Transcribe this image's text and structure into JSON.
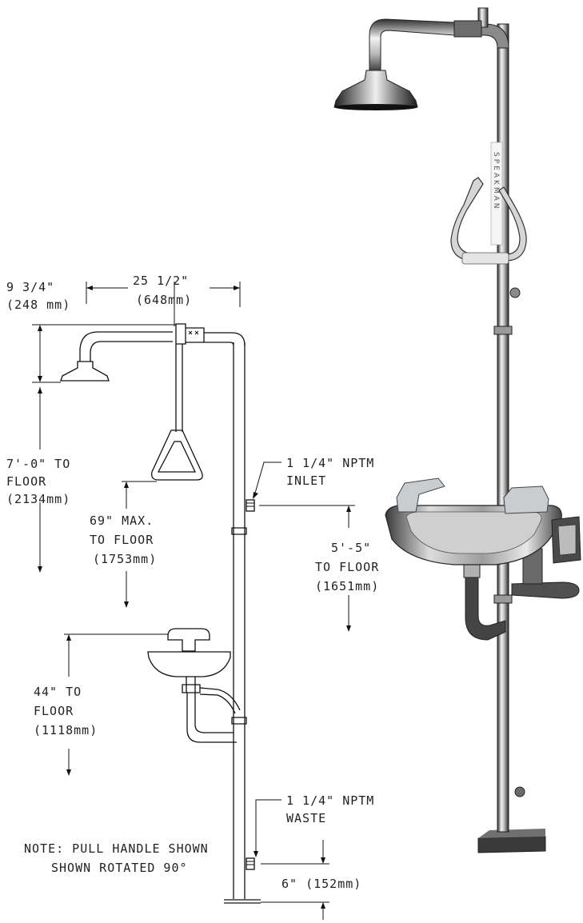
{
  "diagram": {
    "dimensions": {
      "shower_offset": [
        "9 3/4\"",
        "(248 mm)"
      ],
      "arm_reach": [
        "25 1/2\"",
        "(648mm)"
      ],
      "shower_height": [
        "7'-0\" TO",
        "FLOOR",
        "(2134mm)"
      ],
      "handle_height": [
        "69\" MAX.",
        "TO FLOOR",
        "(1753mm)"
      ],
      "inlet": [
        "1 1/4\" NPTM",
        "INLET"
      ],
      "inlet_height": [
        "5'-5\"",
        "TO FLOOR",
        "(1651mm)"
      ],
      "bowl_height": [
        "44\" TO",
        "FLOOR",
        "(1118mm)"
      ],
      "waste": [
        "1 1/4\" NPTM",
        "WASTE"
      ],
      "waste_height": "6\" (152mm)"
    },
    "note": [
      "NOTE: PULL HANDLE SHOWN",
      "SHOWN ROTATED 90°"
    ],
    "product_label": "SPEAKMAN",
    "colors": {
      "line": "#111111",
      "steel_light": "#e6e6e6",
      "steel_dark": "#3a3a3a",
      "handle_gray": "#c9cdd0"
    }
  }
}
